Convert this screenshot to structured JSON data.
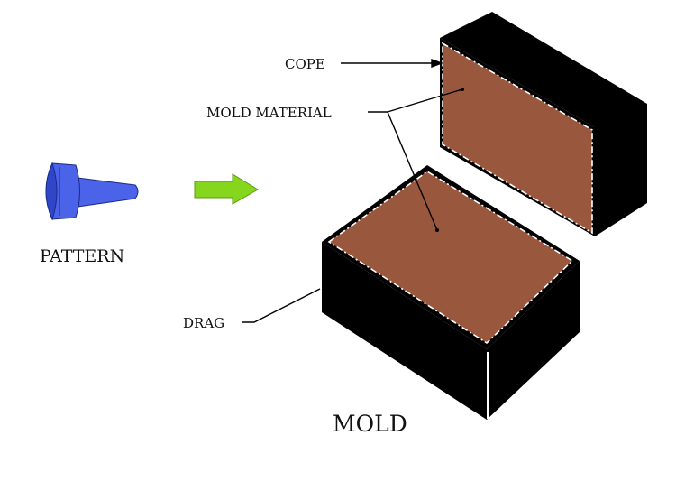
{
  "labels": {
    "cope": "COPE",
    "mold_material": "MOLD MATERIAL",
    "pattern": "PATTERN",
    "drag": "DRAG",
    "mold": "MOLD"
  },
  "colors": {
    "pattern_fill": "#4a63e8",
    "pattern_shade": "#2f46c8",
    "arrow_fill": "#86d61e",
    "arrow_stroke": "#5a9a12",
    "box_black": "#000000",
    "mold_material": "#99573d",
    "edge_white": "#ffffff"
  },
  "icons": {
    "pattern": "pattern-icon",
    "arrow": "right-arrow-icon"
  }
}
